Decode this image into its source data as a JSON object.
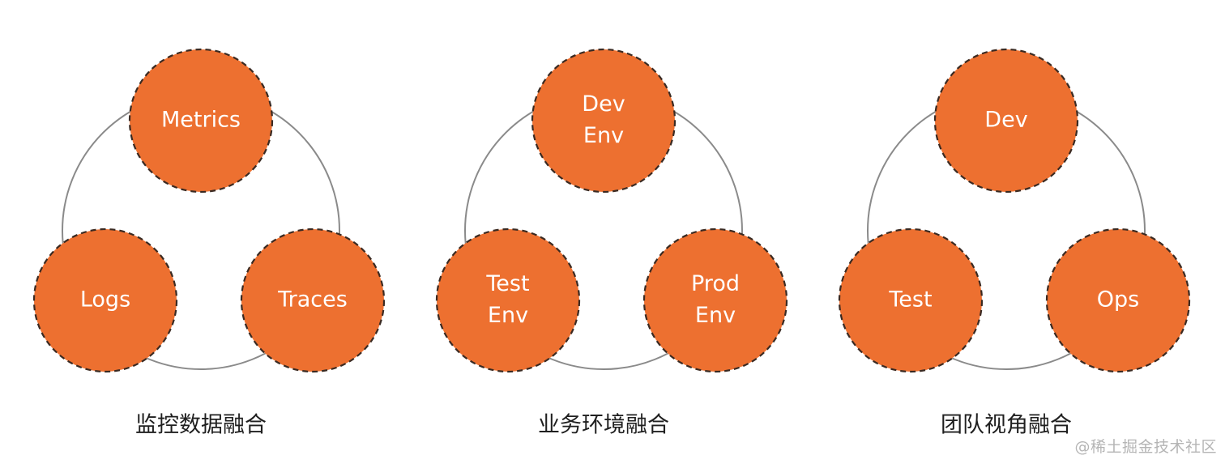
{
  "groups": [
    {
      "caption": "监控数据融合",
      "nodes": [
        {
          "lines": [
            "Metrics"
          ]
        },
        {
          "lines": [
            "Logs"
          ]
        },
        {
          "lines": [
            "Traces"
          ]
        }
      ]
    },
    {
      "caption": "业务环境融合",
      "nodes": [
        {
          "lines": [
            "Dev",
            "Env"
          ]
        },
        {
          "lines": [
            "Test",
            "Env"
          ]
        },
        {
          "lines": [
            "Prod",
            "Env"
          ]
        }
      ]
    },
    {
      "caption": "团队视角融合",
      "nodes": [
        {
          "lines": [
            "Dev"
          ]
        },
        {
          "lines": [
            "Test"
          ]
        },
        {
          "lines": [
            "Ops"
          ]
        }
      ]
    }
  ],
  "colors": {
    "node_fill": "#ed7030",
    "node_border": "#3a2a22",
    "ring": "#8a8a8a",
    "caption": "#1f1f1f",
    "label": "#ffffff"
  },
  "watermark": "@稀土掘金技术社区"
}
